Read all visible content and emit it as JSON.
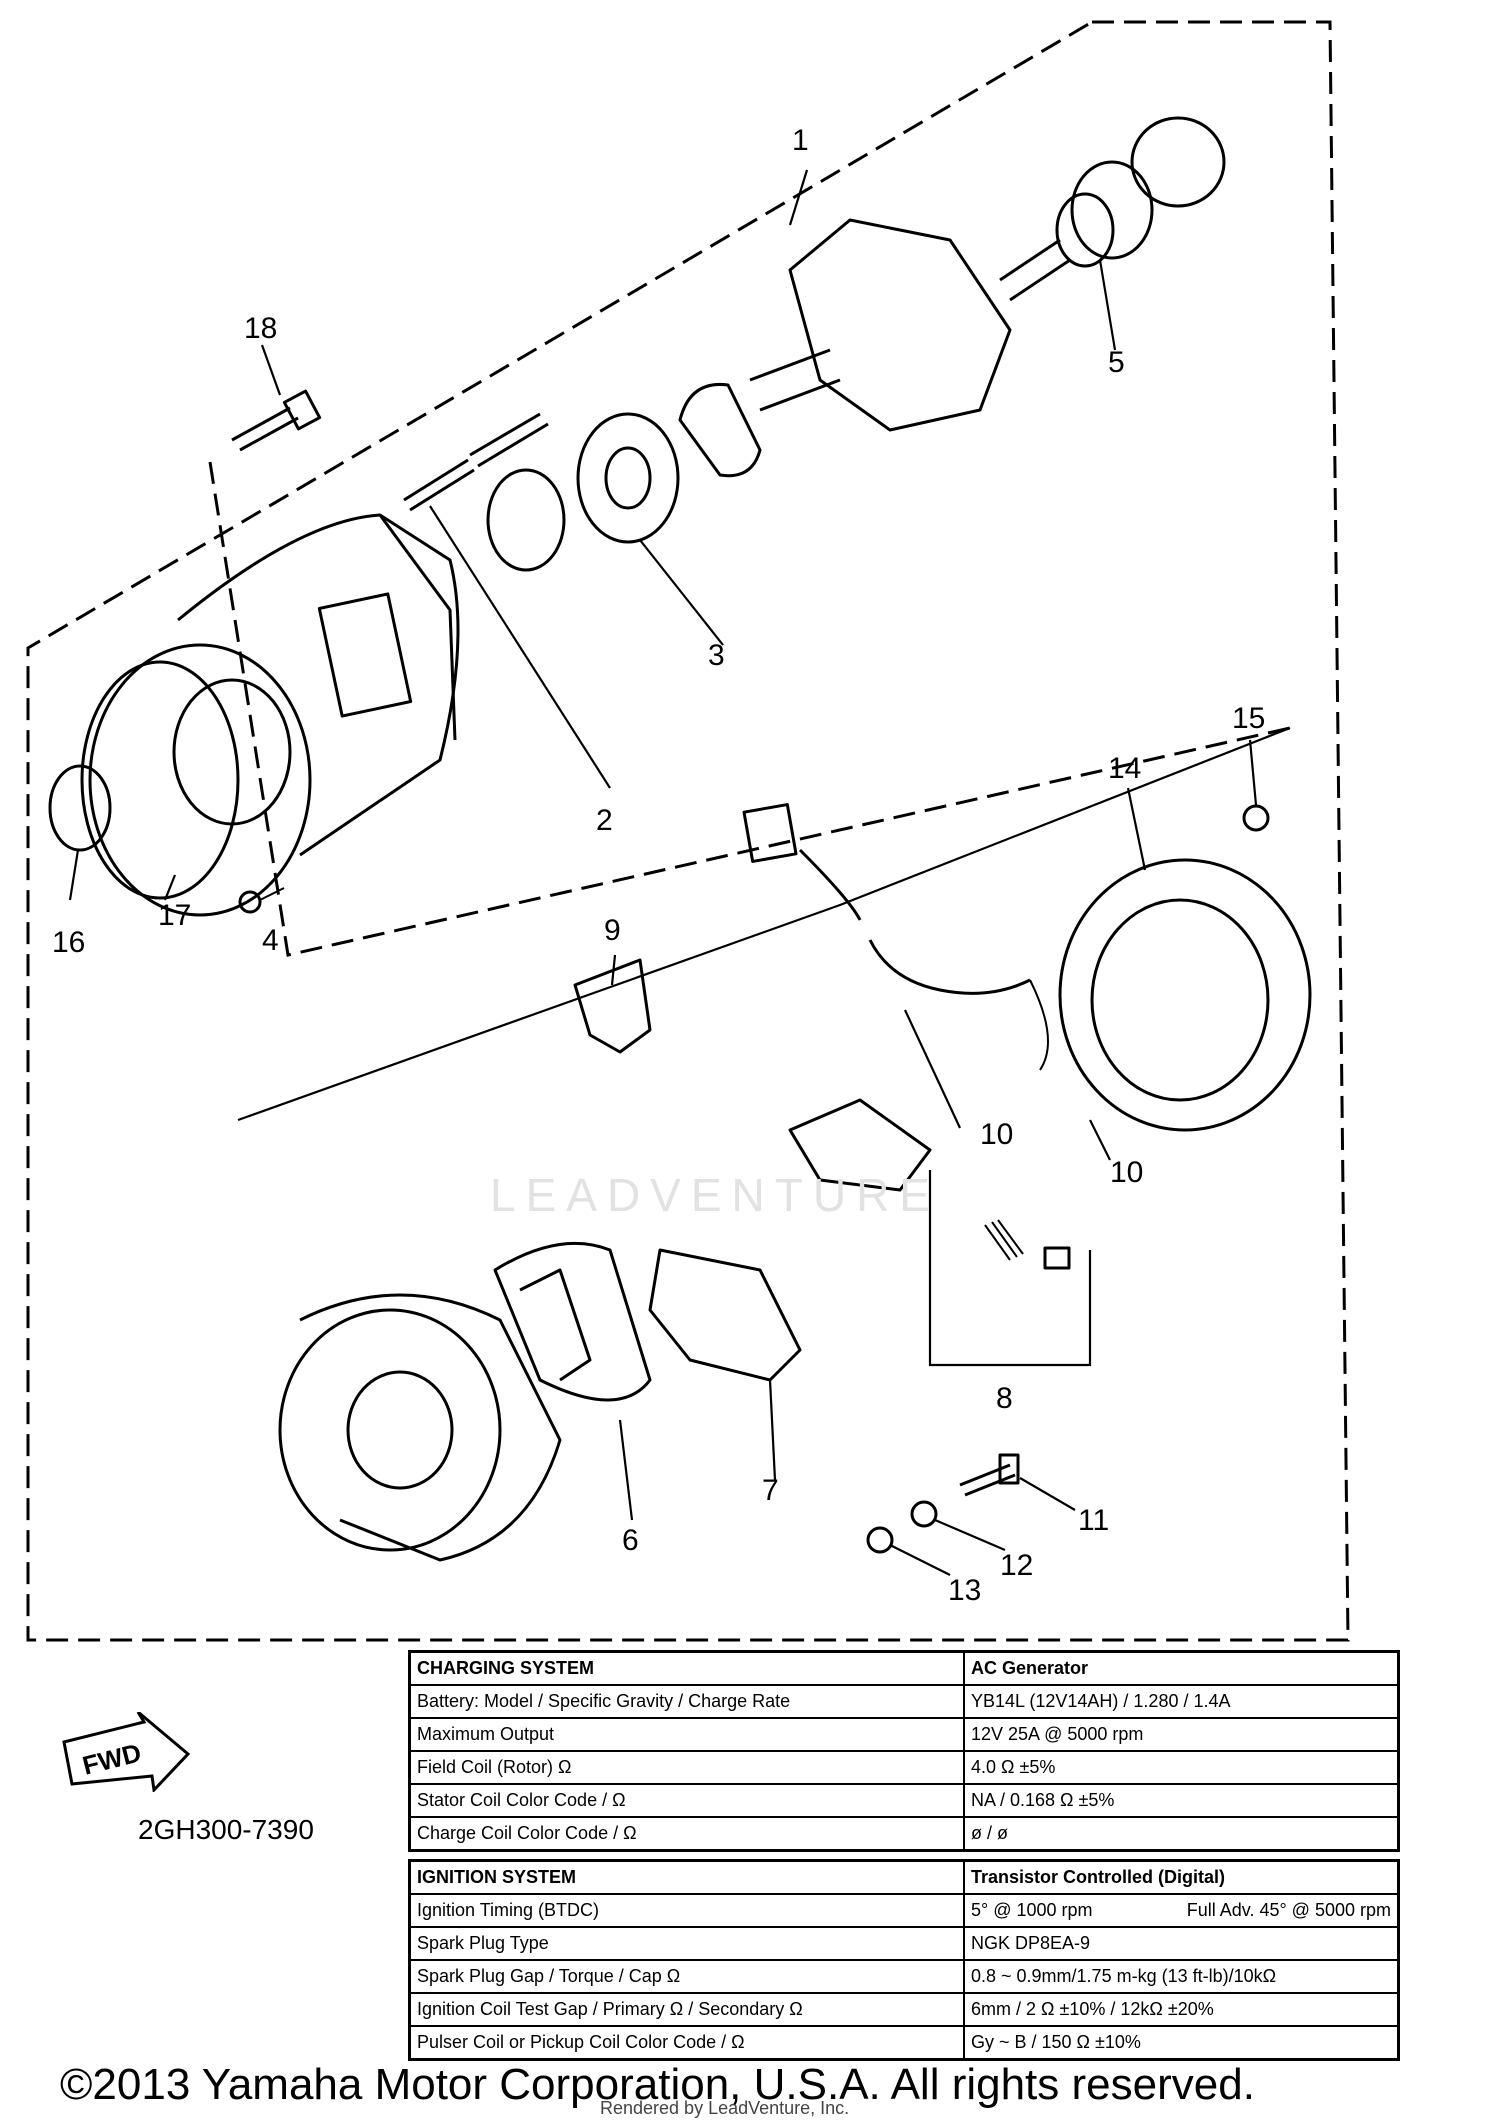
{
  "diagram": {
    "callouts": [
      {
        "id": "1",
        "label": "1"
      },
      {
        "id": "2",
        "label": "2"
      },
      {
        "id": "3",
        "label": "3"
      },
      {
        "id": "4",
        "label": "4"
      },
      {
        "id": "5",
        "label": "5"
      },
      {
        "id": "6",
        "label": "6"
      },
      {
        "id": "7",
        "label": "7"
      },
      {
        "id": "8",
        "label": "8"
      },
      {
        "id": "9",
        "label": "9"
      },
      {
        "id": "10a",
        "label": "10"
      },
      {
        "id": "10b",
        "label": "10"
      },
      {
        "id": "11",
        "label": "11"
      },
      {
        "id": "12",
        "label": "12"
      },
      {
        "id": "13",
        "label": "13"
      },
      {
        "id": "14",
        "label": "14"
      },
      {
        "id": "15",
        "label": "15"
      },
      {
        "id": "16",
        "label": "16"
      },
      {
        "id": "17",
        "label": "17"
      },
      {
        "id": "18",
        "label": "18"
      }
    ],
    "fwd_label": "FWD",
    "part_number": "2GH300-7390",
    "watermark": "LEADVENTURE"
  },
  "charging_system": {
    "title": "CHARGING SYSTEM",
    "type": "AC Generator",
    "rows": [
      {
        "label": "Battery: Model / Specific Gravity / Charge Rate",
        "value": "YB14L (12V14AH) / 1.280 / 1.4A"
      },
      {
        "label": "Maximum Output",
        "value": "12V 25A @ 5000 rpm"
      },
      {
        "label": "Field Coil (Rotor) Ω",
        "value": "4.0 Ω ±5%"
      },
      {
        "label": "Stator Coil Color Code / Ω",
        "value": "NA / 0.168 Ω ±5%"
      },
      {
        "label": "Charge Coil Color Code / Ω",
        "value": "ø / ø"
      }
    ]
  },
  "ignition_system": {
    "title": "IGNITION SYSTEM",
    "type": "Transistor Controlled (Digital)",
    "timing_label": "Ignition Timing (BTDC)",
    "timing_value": "5° @ 1000 rpm",
    "timing_full_adv": "Full Adv. 45° @ 5000 rpm",
    "rows": [
      {
        "label": "Spark Plug Type",
        "value": "NGK DP8EA-9"
      },
      {
        "label": "Spark Plug Gap / Torque / Cap Ω",
        "value": "0.8 ~ 0.9mm/1.75 m-kg (13 ft-lb)/10kΩ"
      },
      {
        "label": "Ignition Coil Test Gap / Primary Ω / Secondary Ω",
        "value": "6mm / 2 Ω ±10% / 12kΩ ±20%"
      },
      {
        "label": "Pulser Coil or Pickup Coil Color Code / Ω",
        "value": "Gy ~ B / 150 Ω ±10%"
      }
    ]
  },
  "footer": {
    "copyright": "©2013 Yamaha Motor Corporation, U.S.A. All rights reserved.",
    "rendered_by": "Rendered by LeadVenture, Inc."
  }
}
